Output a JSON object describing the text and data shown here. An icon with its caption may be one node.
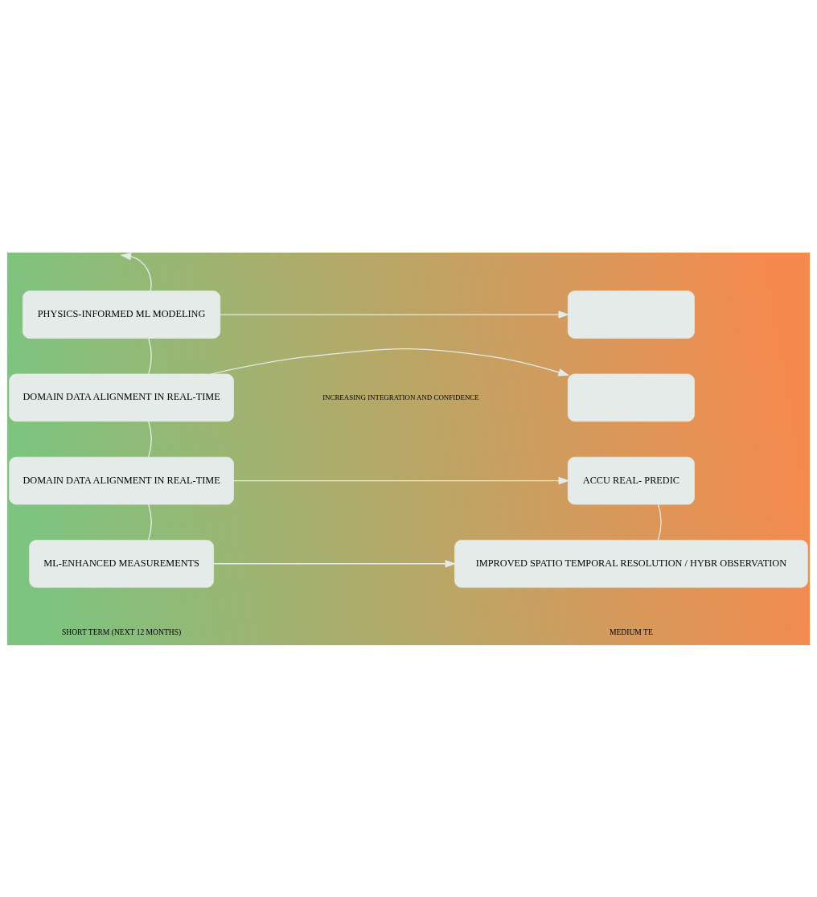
{
  "diagram": {
    "nodes": [
      {
        "text": [
          "PHYSICS-INFORMED ML MODELING"
        ]
      },
      {
        "text": [],
        "shape": "box"
      },
      {
        "text": [
          "DOMAIN DATA ALIGNMENT IN REAL-TIME"
        ]
      },
      {
        "text": [],
        "shape": "box"
      },
      {
        "text": [
          "DOMAIN DATA ALIGNMENT IN REAL-TIME"
        ]
      },
      {
        "text": [
          "ACCU REAL- PREDIC"
        ]
      },
      {
        "text": [
          "ML-ENHANCED MEASUREMENTS"
        ]
      },
      {
        "text": [
          "IMPROVED SPATIO TEMPORAL RESOLUTION / HYBR OBSERVATION"
        ]
      }
    ],
    "edges": [
      {
        "from": 0,
        "to": 1,
        "arrow": "to"
      },
      {
        "from": 2,
        "to": 3,
        "arrow": "to"
      },
      {
        "from": 4,
        "to": 5,
        "arrow": "to"
      },
      {
        "from": 6,
        "to": 7,
        "arrow": "to"
      },
      {
        "from": 6,
        "to": 4,
        "arrow": "none"
      },
      {
        "from": 4,
        "to": 2,
        "arrow": "none"
      },
      {
        "from": 2,
        "to": 0,
        "arrow": "none"
      },
      {
        "from": 0,
        "to": null,
        "arrow": "to"
      },
      {
        "from": 7,
        "to": 5,
        "arrow": "none"
      }
    ],
    "labels": [
      "INCREASING INTEGRATION AND CONFIDENCE",
      "SHORT TERM (NEXT 12 MONTHS)",
      "MEDIUM TE"
    ]
  }
}
